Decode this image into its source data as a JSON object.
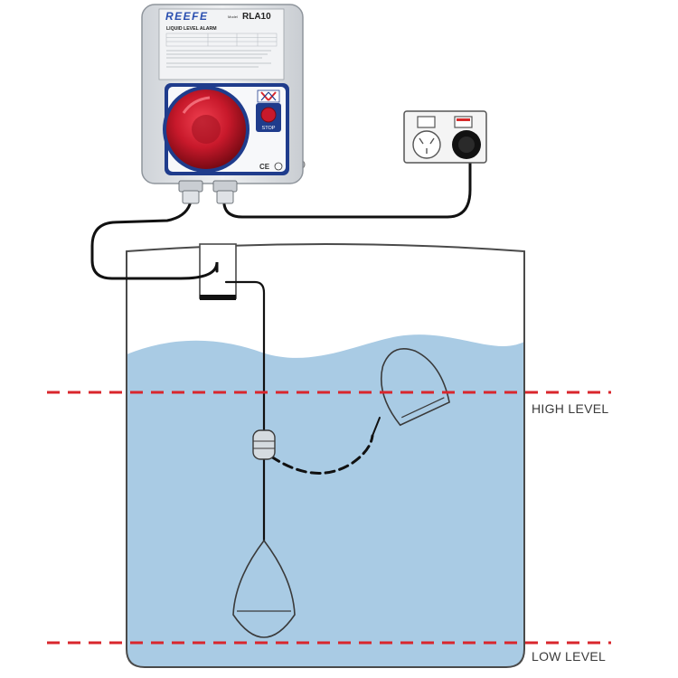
{
  "device": {
    "brand": "REEFE",
    "model_prefix": "Model",
    "model": "RLA10",
    "title": "LIQUID LEVEL ALARM",
    "stop_label": "STOP",
    "cert_mark": "CE",
    "colors": {
      "housing": "#e3e6ea",
      "label_panel": "#f2f3f5",
      "front_panel": "#1f3c8c",
      "lamp": "#c8192b",
      "stop_button": "#c8192b",
      "brand": "#2a4fb0"
    }
  },
  "outlet": {
    "colors": {
      "plate": "#f4f4f4",
      "plug": "#111111",
      "switch_indicator": "#d62b2b"
    }
  },
  "tank": {
    "colors": {
      "water": "#a9cbe4",
      "wall": "#4a4a4a",
      "float_cable": "#111111"
    }
  },
  "levels": {
    "high_label": "HIGH LEVEL",
    "low_label": "LOW LEVEL",
    "line_color": "#d9262c"
  }
}
